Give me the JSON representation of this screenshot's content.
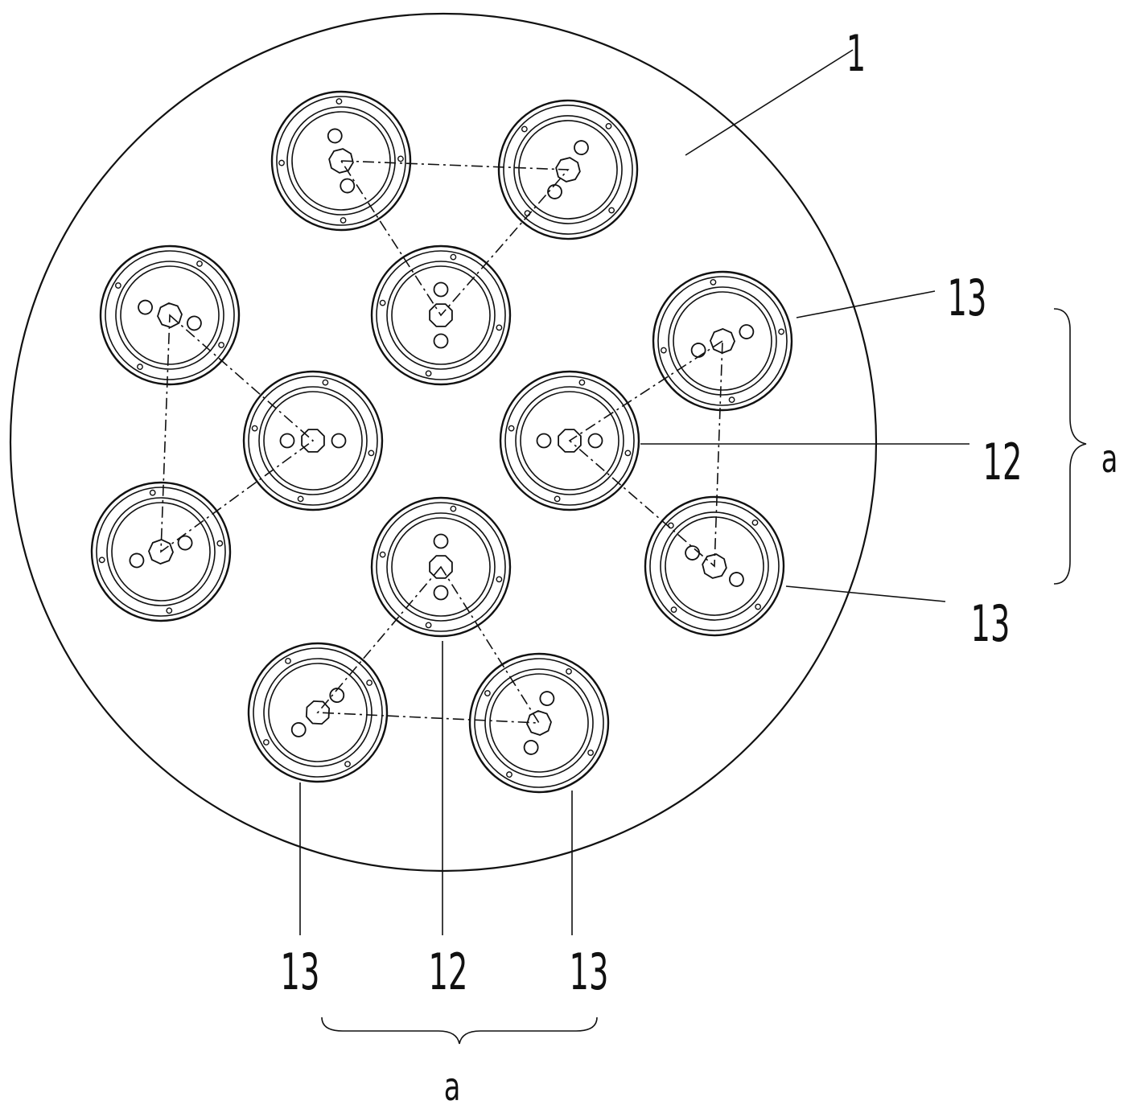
{
  "labels": {
    "plate": "1",
    "unit_right_top": "13",
    "unit_right_middle": "12",
    "unit_right_bottom": "13",
    "group_right": "a",
    "unit_bottom_left": "13",
    "unit_bottom_middle": "12",
    "unit_bottom_right": "13",
    "group_bottom": "a"
  },
  "colors": {
    "line": "#111111",
    "background": "#ffffff"
  },
  "modules": [
    {
      "name": "module-top-left",
      "icon": "module-cross-section-icon"
    },
    {
      "name": "module-top-right",
      "icon": "module-cross-section-icon"
    },
    {
      "name": "module-top-center",
      "icon": "module-cross-section-icon"
    },
    {
      "name": "module-left-upper",
      "icon": "module-cross-section-icon"
    },
    {
      "name": "module-left-center",
      "icon": "module-cross-section-icon"
    },
    {
      "name": "module-left-lower",
      "icon": "module-cross-section-icon"
    },
    {
      "name": "module-right-upper",
      "icon": "module-cross-section-icon"
    },
    {
      "name": "module-right-center",
      "icon": "module-cross-section-icon"
    },
    {
      "name": "module-right-lower",
      "icon": "module-cross-section-icon"
    },
    {
      "name": "module-bottom-center",
      "icon": "module-cross-section-icon"
    },
    {
      "name": "module-bottom-left",
      "icon": "module-cross-section-icon"
    },
    {
      "name": "module-bottom-right",
      "icon": "module-cross-section-icon"
    }
  ]
}
